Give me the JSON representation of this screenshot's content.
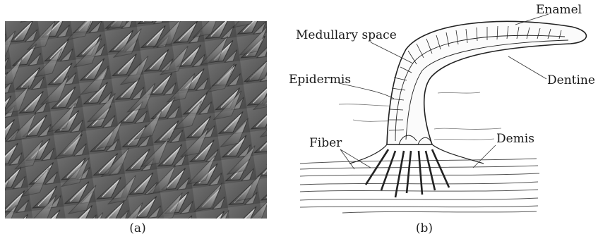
{
  "panel_a": {
    "caption": "(a)"
  },
  "panel_b": {
    "caption": "(b)",
    "labels": {
      "enamel": "Enamel",
      "medullary_space": "Medullary space",
      "epidermis": "Epidermis",
      "dentine": "Dentine",
      "fiber": "Fiber",
      "demis": "Demis"
    }
  }
}
